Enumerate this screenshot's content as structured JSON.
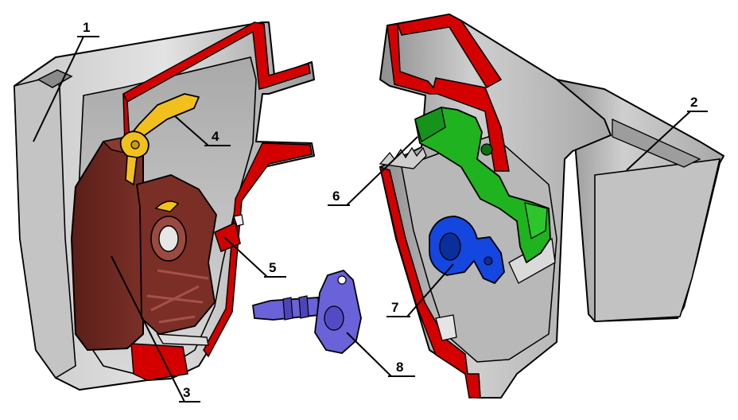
{
  "labels": {
    "l1": "1",
    "l2": "2",
    "l3": "3",
    "l4": "4",
    "l5": "5",
    "l6": "6",
    "l7": "7",
    "l8": "8"
  },
  "colors": {
    "housing": "#b5b5b5",
    "housing_dark": "#7d7d7d",
    "housing_light": "#dcdcdc",
    "cut_section": "#d40000",
    "brake_pad": "#6e2a22",
    "brake_pad_dark": "#4e1a14",
    "lever_yellow": "#f2c01c",
    "part_green": "#1fb31f",
    "part_blue": "#1446e0",
    "part_violet": "#6a62d8"
  }
}
